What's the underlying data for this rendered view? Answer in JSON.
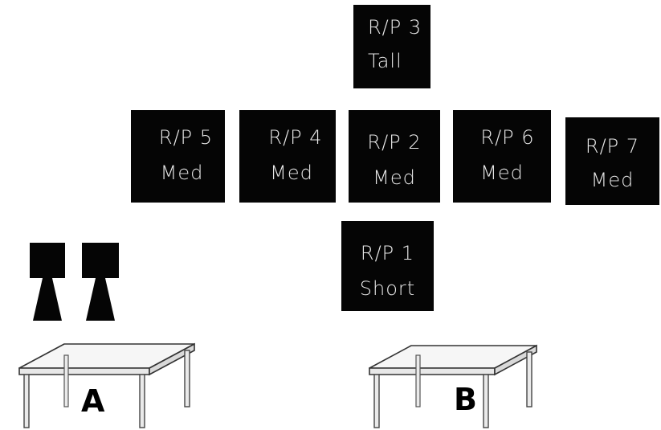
{
  "rp_boxes": {
    "rp3": {
      "line1": "R/P 3",
      "line2": "Tall"
    },
    "rp5": {
      "line1": "R/P 5",
      "line2": "Med"
    },
    "rp4": {
      "line1": "R/P 4",
      "line2": "Med"
    },
    "rp2": {
      "line1": "R/P 2",
      "line2": "Med"
    },
    "rp6": {
      "line1": "R/P 6",
      "line2": "Med"
    },
    "rp7": {
      "line1": "R/P 7",
      "line2": "Med"
    },
    "rp1": {
      "line1": "R/P 1",
      "line2": "Short"
    }
  },
  "tables": {
    "a": {
      "label": "A"
    },
    "b": {
      "label": "B"
    }
  },
  "colors": {
    "box_fill": "#050505",
    "box_text": "#e8e8e8",
    "table_top": "#f2f2f2",
    "outline": "#333333"
  },
  "icons": {
    "speaker": "speaker-icon",
    "table": "table-icon"
  }
}
